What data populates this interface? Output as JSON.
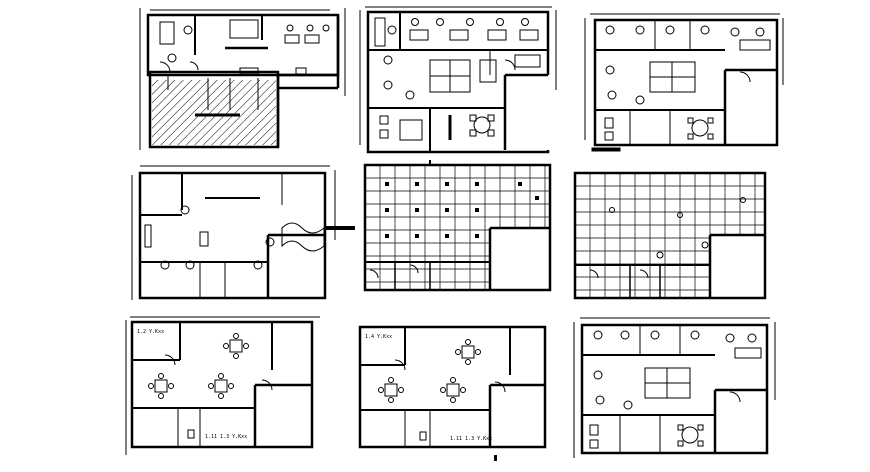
{
  "drawing": {
    "stroke_color": "#000000",
    "background": "#ffffff",
    "plans": [
      {
        "id": "plan-1",
        "kind": "office-furniture-layout-hatched",
        "labels": []
      },
      {
        "id": "plan-2",
        "kind": "office-furniture-layout",
        "labels": []
      },
      {
        "id": "plan-3",
        "kind": "office-furniture-layout",
        "labels": []
      },
      {
        "id": "plan-4",
        "kind": "open-floor-plan",
        "labels": []
      },
      {
        "id": "plan-5",
        "kind": "reflected-ceiling-grid",
        "labels": []
      },
      {
        "id": "plan-6",
        "kind": "reflected-ceiling-grid",
        "labels": []
      },
      {
        "id": "plan-7",
        "kind": "office-layout-with-tables",
        "labels": [
          "1.2 Y.Kxx",
          "1.11 1.3 Y.Kxx"
        ]
      },
      {
        "id": "plan-8",
        "kind": "office-layout-with-tables",
        "labels": [
          "1.4 Y.Kxx",
          "1.11 1.3 Y.Kxx"
        ]
      },
      {
        "id": "plan-9",
        "kind": "office-furniture-layout",
        "labels": []
      }
    ]
  }
}
